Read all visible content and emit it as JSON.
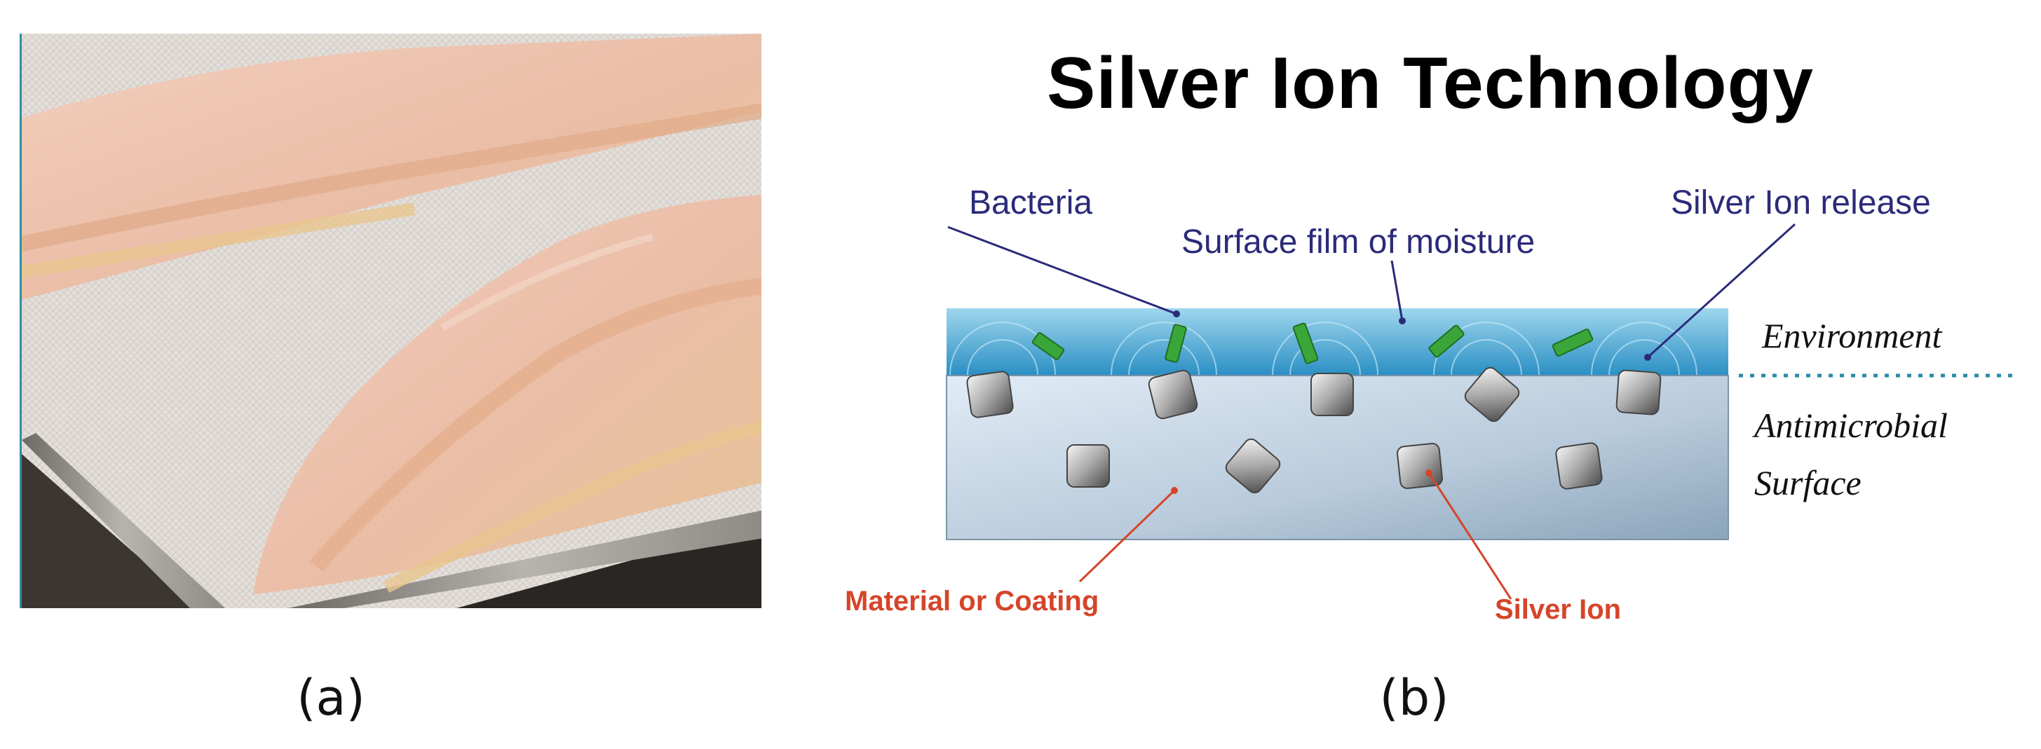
{
  "panel_a": {
    "caption": "(a)"
  },
  "panel_b": {
    "caption": "(b)",
    "title": "Silver Ion Technology",
    "labels": {
      "bacteria": "Bacteria",
      "surface_film": "Surface film of moisture",
      "silver_ion_release": "Silver Ion release",
      "environment": "Environment",
      "antimicrobial_line1": "Antimicrobial",
      "antimicrobial_line2": "Surface",
      "material_or_coating": "Material or Coating",
      "silver_ion": "Silver Ion"
    }
  },
  "colors": {
    "moisture_top": "#9fd6ee",
    "moisture_bottom": "#2a8fc4",
    "material_top": "#dce9f4",
    "material_bottom": "#8aa4ba",
    "bacteria": "#3aa63a",
    "label_blue": "#2b2b7a",
    "label_red": "#d5452a",
    "divider": "#2a8aa8"
  },
  "icons": [
    "bacteria-icon",
    "silver-ion-cube-icon"
  ]
}
